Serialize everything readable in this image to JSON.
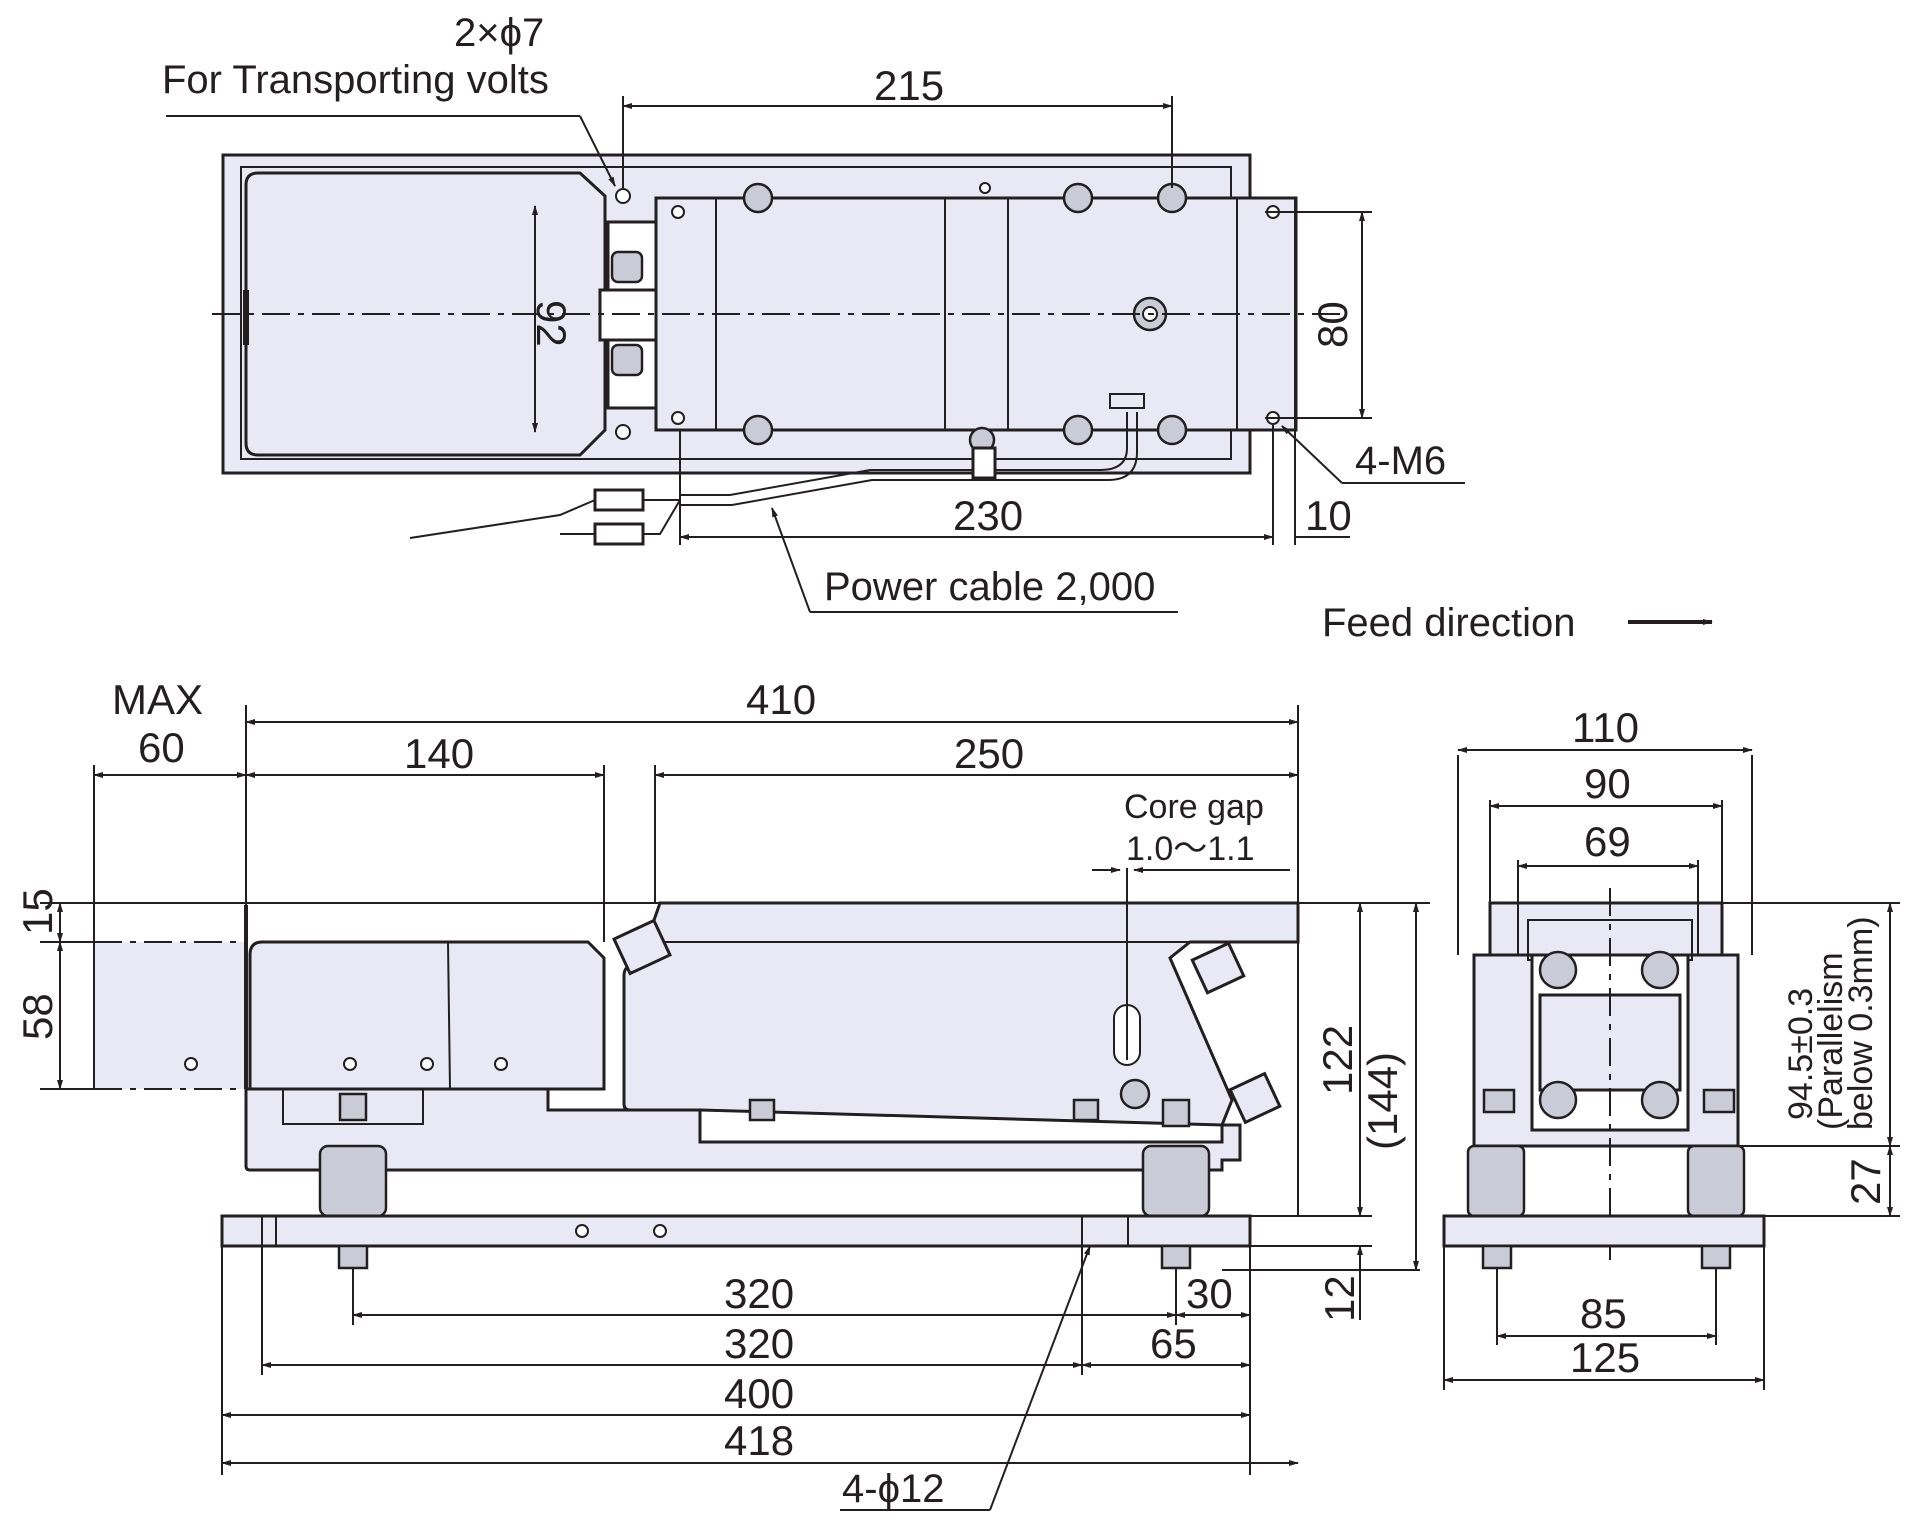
{
  "labels": {
    "transport_holes": "2×ϕ7",
    "transport_holes_desc": "For Transporting volts",
    "mount_screws": "4-M6",
    "power_cable": "Power cable 2,000",
    "feed_direction": "Feed direction",
    "max_label": "MAX",
    "core_gap_title": "Core gap",
    "core_gap_value": "1.0〜1.1",
    "base_holes": "4-ϕ12",
    "parallel_tol": "94.5±0.3",
    "parallelism_line1": "(Parallelism",
    "parallelism_line2": "below 0.3mm)"
  },
  "dims": {
    "top_215": "215",
    "top_92": "92",
    "top_80": "80",
    "top_230": "230",
    "top_10": "10",
    "max_60": "60",
    "len_410": "410",
    "len_140": "140",
    "len_250": "250",
    "h_15": "15",
    "h_58": "58",
    "h_122": "122",
    "h_144": "(144)",
    "h_12": "12",
    "b_320a": "320",
    "b_30": "30",
    "b_320b": "320",
    "b_65": "65",
    "b_400": "400",
    "b_418": "418",
    "s_110": "110",
    "s_90": "90",
    "s_69": "69",
    "s_27": "27",
    "s_85": "85",
    "s_125": "125"
  },
  "colors": {
    "body_fill": "#e8e9f4",
    "line": "#231f20"
  }
}
